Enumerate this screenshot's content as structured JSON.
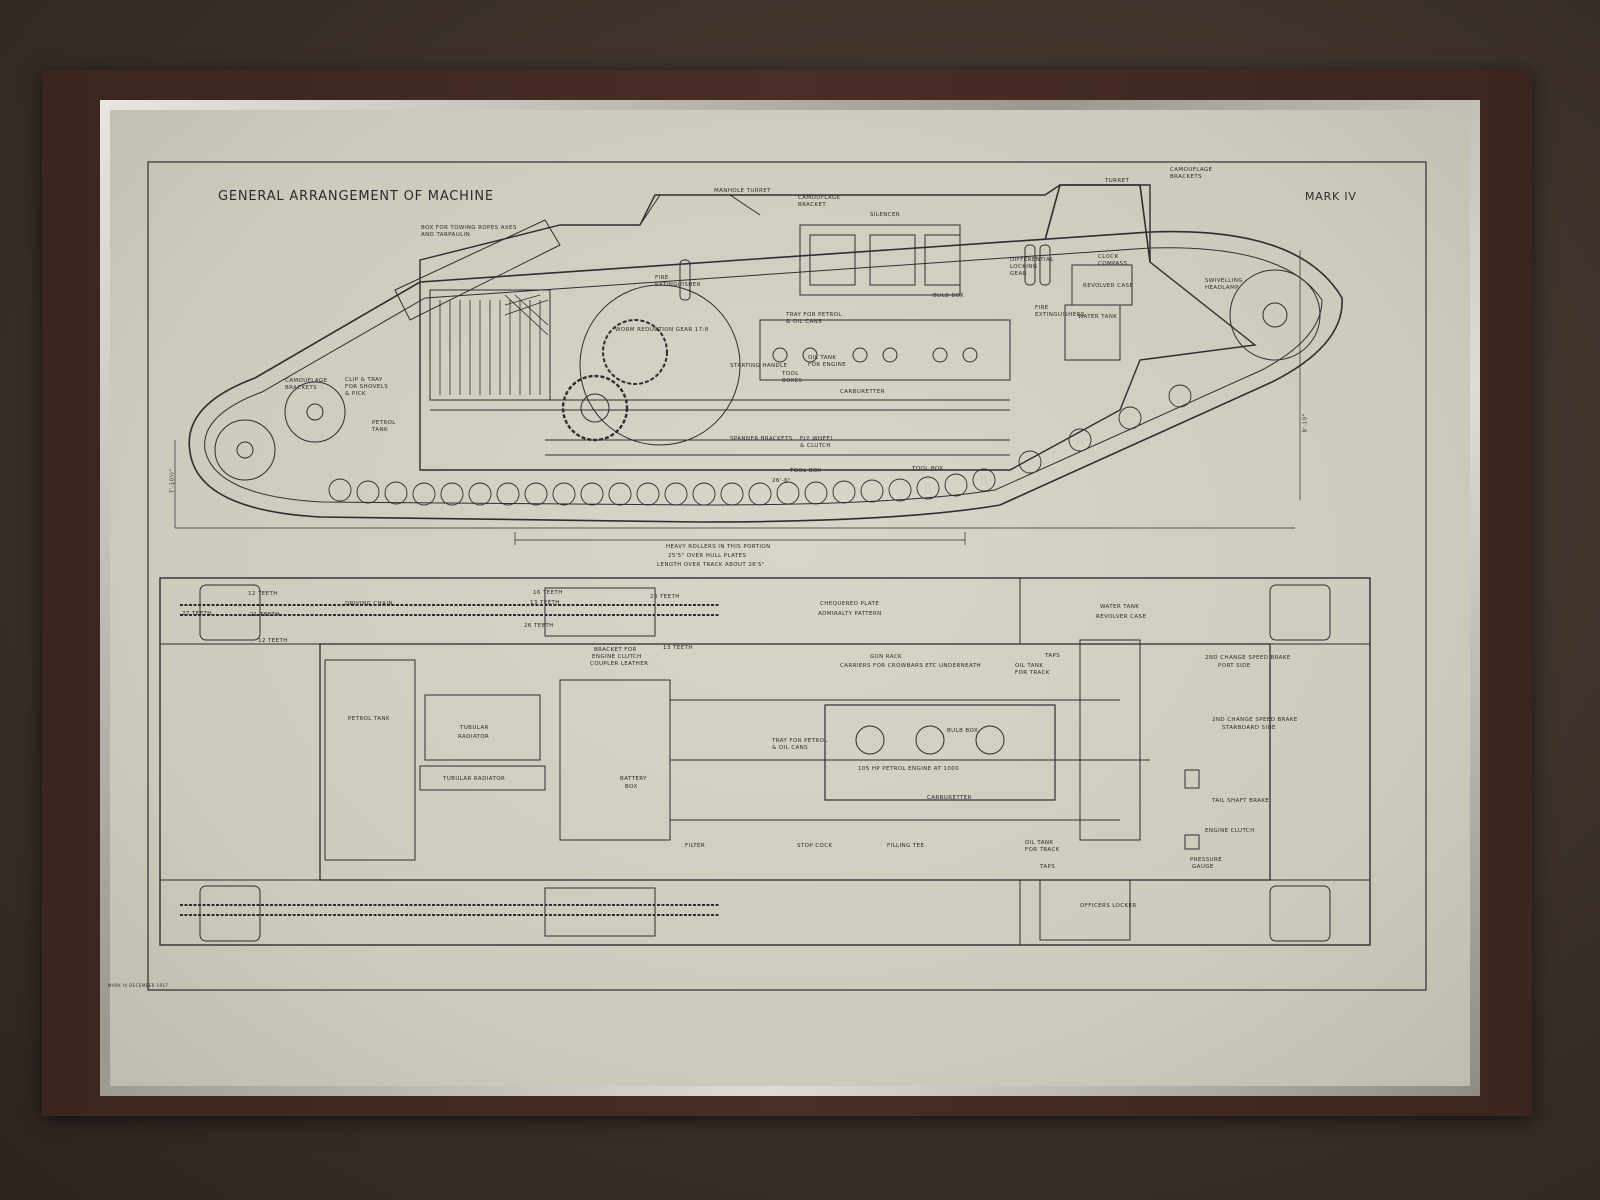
{
  "title": "GENERAL ARRANGEMENT OF MACHINE",
  "mark": "MARK IV",
  "caption": "MARK IV DECEMBER 1917",
  "colors": {
    "paper": "#d6d2c4",
    "ink": "#2a2a2e",
    "frame": "#3e2620",
    "wall": "#3a3029"
  },
  "side_view_labels": [
    "BOX FOR TOWING ROPES AXES",
    "AND TARPAULIN",
    "MANHOLE TURRET",
    "CAMOUFLAGE",
    "BRACKET",
    "SILENCER",
    "TURRET",
    "CAMOUFLAGE",
    "BRACKETS",
    "FIRE",
    "EXTINGUISHER",
    "WORM REDUCTION GEAR 17:8",
    "TRAY FOR PETROL",
    "& OIL CANS",
    "DIFFERENTIAL",
    "LOCKING",
    "GEAR",
    "CLOCK",
    "COMPASS",
    "REVOLVER CASE",
    "WATER TANK",
    "FIRE",
    "EXTINGUISHERS",
    "BULB BOX",
    "SWIVELLING",
    "HEADLAMP",
    "OIL TANK",
    "FOR ENGINE",
    "STARTING HANDLE",
    "TOOL",
    "BOXES",
    "CARBURETTER",
    "SPANNER BRACKETS",
    "FLY WHEEL",
    "& CLUTCH",
    "TOOL BOX",
    "TOOL BOX",
    "CAMOUFLAGE",
    "BRACKETS",
    "CLIP & TRAY",
    "FOR SHOVELS",
    "& PICK",
    "PETROL",
    "TANK"
  ],
  "dimension_labels": [
    "HEAVY ROLLERS IN THIS PORTION",
    "25'5\" OVER HULL PLATES",
    "LENGTH OVER TRACK ABOUT 26'5\"",
    "26'-6\"",
    "8'-10\"",
    "7'-10½\""
  ],
  "plan_view_labels": [
    "12 TEETH",
    "DRIVING CHAIN",
    "27 TEETH",
    "21 TEETH",
    "16 TEETH",
    "13 TEETH",
    "23 TEETH",
    "26 TEETH",
    "12 TEETH",
    "13 TEETH",
    "CHEQUERED PLATE",
    "ADMIRALTY PATTERN",
    "WATER TANK",
    "REVOLVER CASE",
    "TAPS",
    "GUN RACK",
    "CARRIERS FOR CROWBARS ETC UNDERNEATH",
    "OIL TANK",
    "FOR TRACK",
    "2ND CHANGE SPEED BRAKE",
    "PORT SIDE",
    "BRACKET FOR",
    "ENGINE CLUTCH",
    "COUPLER LEATHER",
    "PETROL TANK",
    "TUBULAR",
    "RADIATOR",
    "TUBULAR RADIATOR",
    "2ND CHANGE SPEED BRAKE",
    "STARBOARD SIDE",
    "105 HP PETROL ENGINE AT 1000",
    "CARBURETTER",
    "BATTERY",
    "BOX",
    "TAIL SHAFT BRAKE",
    "FILTER",
    "STOP COCK",
    "FILLING TEE",
    "OIL TANK",
    "FOR TRACK",
    "ENGINE CLUTCH",
    "TAPS",
    "PRESSURE",
    "GAUGE",
    "OFFICERS LOCKER",
    "BULB BOX",
    "TRAY FOR PETROL",
    "& OIL CANS"
  ]
}
